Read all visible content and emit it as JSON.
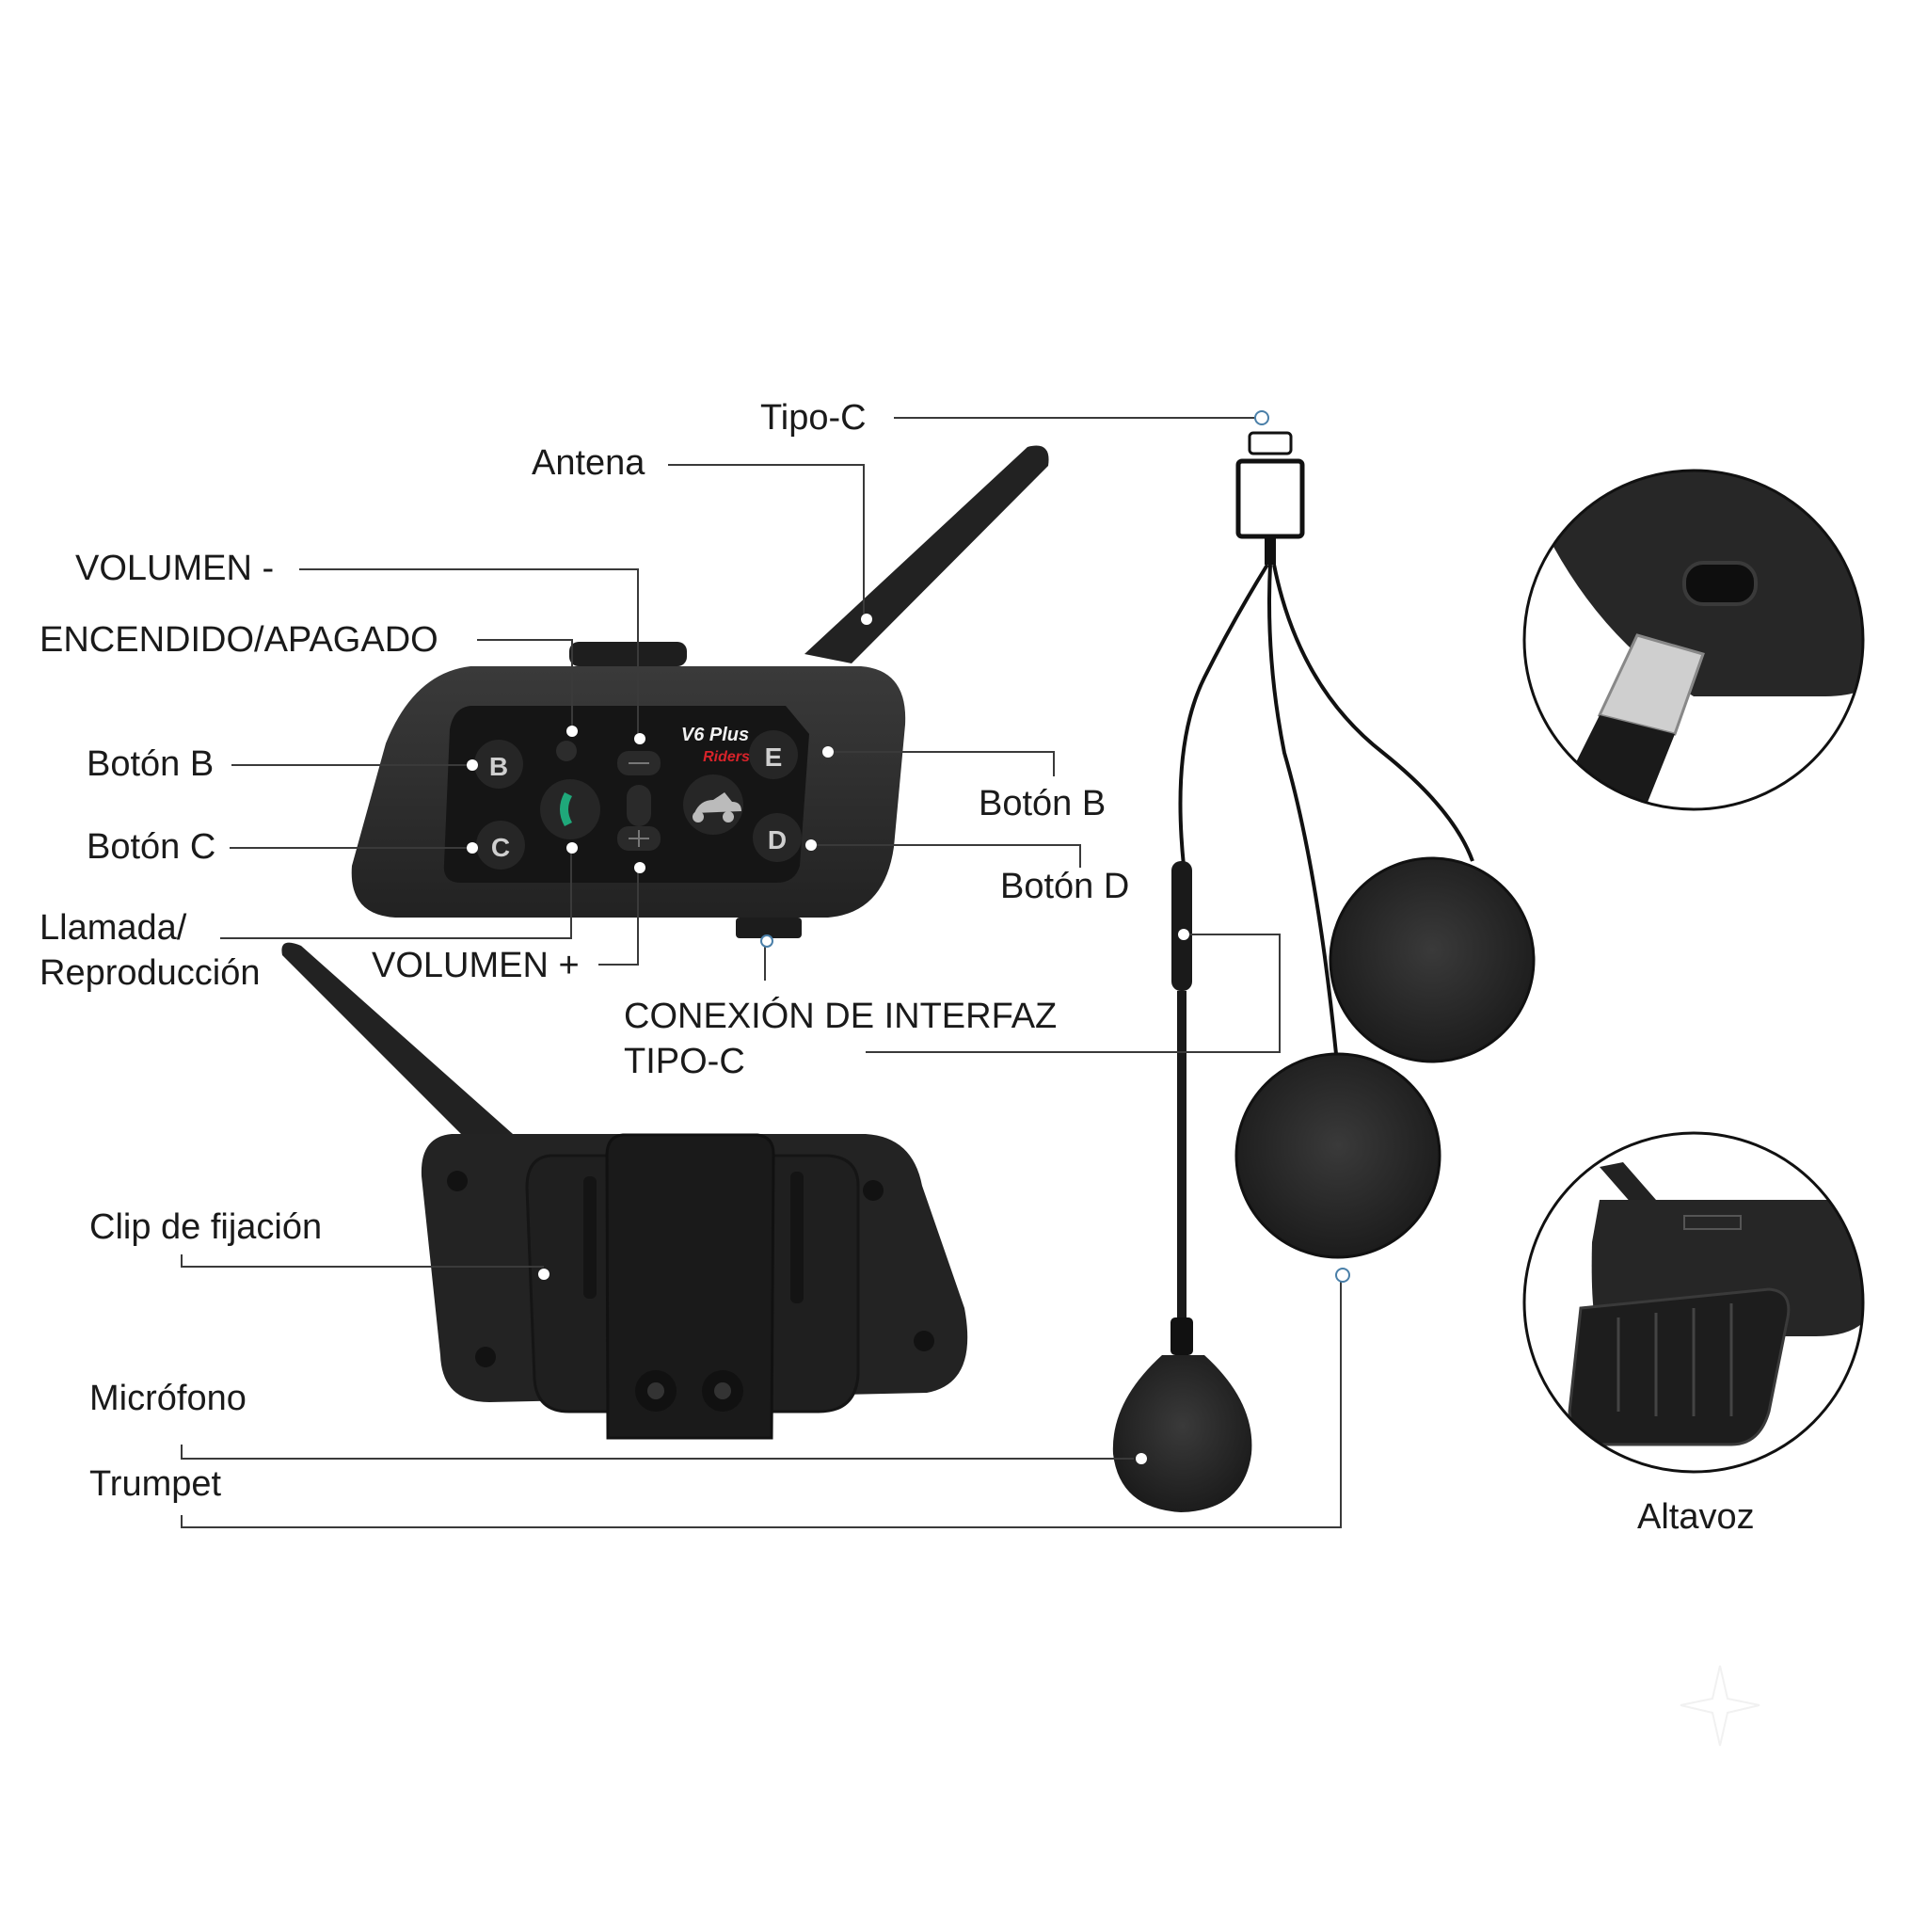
{
  "labels": {
    "tipo_c": "Tipo-C",
    "antena": "Antena",
    "volumen_menos": "VOLUMEN -",
    "encendido": "ENCENDIDO/APAGADO",
    "boton_b_left": "Botón B",
    "boton_c": "Botón C",
    "llamada_line1": "Llamada/",
    "llamada_line2": "Reproducción",
    "volumen_mas": "VOLUMEN +",
    "conexion_line1": "CONEXIÓN DE INTERFAZ",
    "conexion_line2": "TIPO-C",
    "boton_b_right": "Botón B",
    "boton_d": "Botón D",
    "clip": "Clip de fijación",
    "microfono": "Micrófono",
    "trumpet": "Trumpet",
    "altavoz": "Altavoz"
  },
  "device": {
    "model": "V6 Plus",
    "brand": "Riders",
    "buttons": [
      "B",
      "C",
      "E",
      "D"
    ]
  },
  "colors": {
    "device_body": "#2b2b2b",
    "device_panel": "#1a1a1a",
    "foam": "#2a2a2a",
    "brand_red": "#d8232a",
    "call_green": "#1fa87a",
    "leader_line": "#3a3a3a"
  }
}
